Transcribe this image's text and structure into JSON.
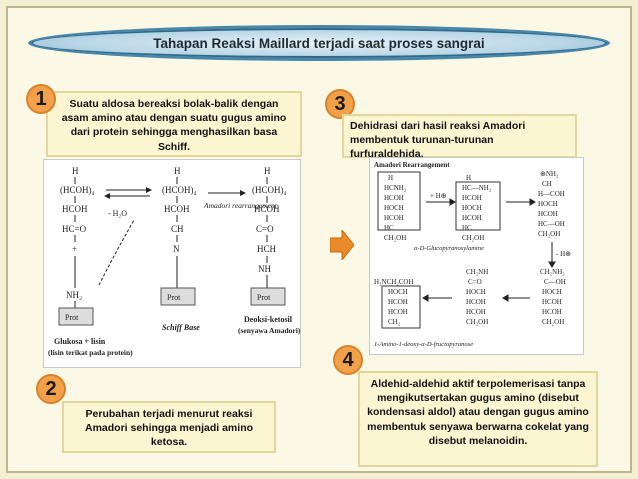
{
  "title": "Tahapan Reaksi Maillard terjadi saat proses sangrai",
  "steps": [
    {
      "number": "1",
      "text": "Suatu aldosa bereaksi bolak-balik dengan asam amino atau dengan suatu gugus amino dari protein sehingga menghasilkan basa Schiff."
    },
    {
      "number": "2",
      "text": "Perubahan terjadi menurut reaksi Amadori sehingga menjadi amino ketosa."
    },
    {
      "number": "3",
      "text": "Dehidrasi dari hasil reaksi Amadori membentuk turunan-turunan furfuraldehida."
    },
    {
      "number": "4",
      "text": "Aldehid-aldehid aktif terpolemerisasi tanpa mengikutsertakan gugus amino (disebut kondensasi aldol) atau dengan gugus amino membentuk senyawa berwarna cokelat yang disebut melanoidin."
    }
  ],
  "left_diagram": {
    "water": "- H₂O",
    "amadori": "Amadori rearrangement",
    "prot": "Prot",
    "caption_1": "Glukosa + lisin",
    "caption_1b": "(lisin terikat pada protein)",
    "caption_2": "Schiff Base",
    "caption_3a": "Deoksi-ketosil",
    "caption_3b": "(senyawa Amadori)"
  },
  "right_diagram": {
    "heading": "Amadori Rearrangement",
    "label_a": "α-D-Glucopyranosylamine",
    "label_b": "1-Amino-1-deoxy-α-D-fructopyranose",
    "h_plus": "+ H⊕",
    "h_minus": "- H⊕"
  }
}
